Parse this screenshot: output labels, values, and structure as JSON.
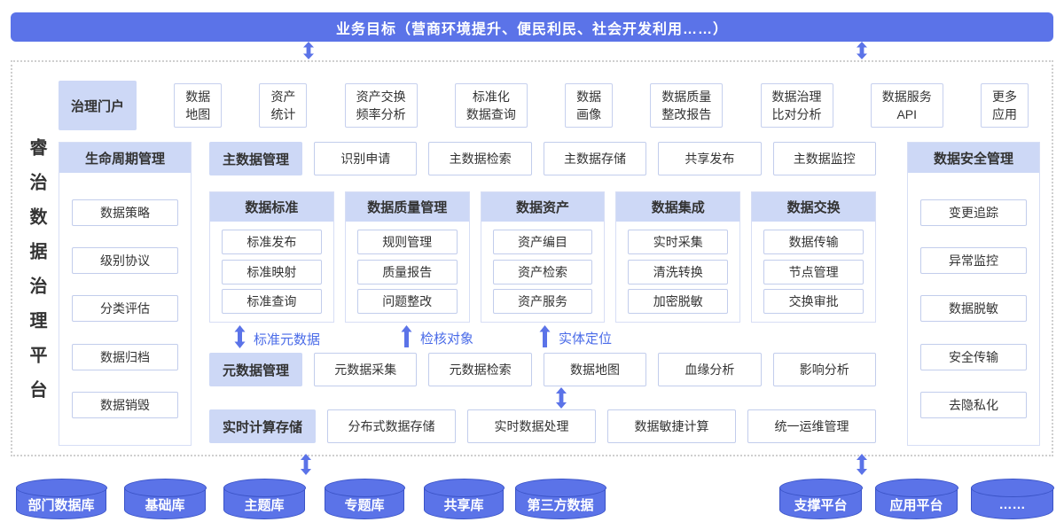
{
  "banner": {
    "text": "业务目标（营商环境提升、便民利民、社会开发利用……）"
  },
  "platform_title": "睿治数据治理平台",
  "portal": {
    "label": "治理门户",
    "apps": [
      "数据\n地图",
      "资产\n统计",
      "资产交换\n频率分析",
      "标准化\n数据查询",
      "数据\n画像",
      "数据质量\n整改报告",
      "数据治理\n比对分析",
      "数据服务\nAPI",
      "更多\n应用"
    ]
  },
  "lifecycle": {
    "title": "生命周期管理",
    "items": [
      "数据策略",
      "级别协议",
      "分类评估",
      "数据归档",
      "数据销毁"
    ]
  },
  "master": {
    "label": "主数据管理",
    "items": [
      "识别申请",
      "主数据检索",
      "主数据存储",
      "共享发布",
      "主数据监控"
    ]
  },
  "columns": [
    {
      "title": "数据标准",
      "items": [
        "标准发布",
        "标准映射",
        "标准查询"
      ]
    },
    {
      "title": "数据质量管理",
      "items": [
        "规则管理",
        "质量报告",
        "问题整改"
      ]
    },
    {
      "title": "数据资产",
      "items": [
        "资产编目",
        "资产检索",
        "资产服务"
      ]
    },
    {
      "title": "数据集成",
      "items": [
        "实时采集",
        "清洗转换",
        "加密脱敏"
      ]
    },
    {
      "title": "数据交换",
      "items": [
        "数据传输",
        "节点管理",
        "交换审批"
      ]
    }
  ],
  "security": {
    "title": "数据安全管理",
    "items": [
      "变更追踪",
      "异常监控",
      "数据脱敏",
      "安全传输",
      "去隐私化"
    ]
  },
  "flow_labels": [
    "标准元数据",
    "检核对象",
    "实体定位"
  ],
  "metadata": {
    "label": "元数据管理",
    "items": [
      "元数据采集",
      "元数据检索",
      "数据地图",
      "血缘分析",
      "影响分析"
    ]
  },
  "realtime": {
    "label": "实时计算存储",
    "items": [
      "分布式数据存储",
      "实时数据处理",
      "数据敏捷计算",
      "统一运维管理"
    ]
  },
  "databases": [
    "部门数据库",
    "基础库",
    "主题库",
    "专题库",
    "共享库",
    "第三方数据"
  ],
  "platforms": [
    "支撑平台",
    "应用平台",
    "……"
  ],
  "colors": {
    "primary_blue": "#5b73e8",
    "header_bg": "#cdd8f6",
    "box_border": "#c2cdec",
    "flow_label_blue": "#4a6be8",
    "cylinder_border": "#3a53c6",
    "dashed_border": "#cfcfcf"
  }
}
